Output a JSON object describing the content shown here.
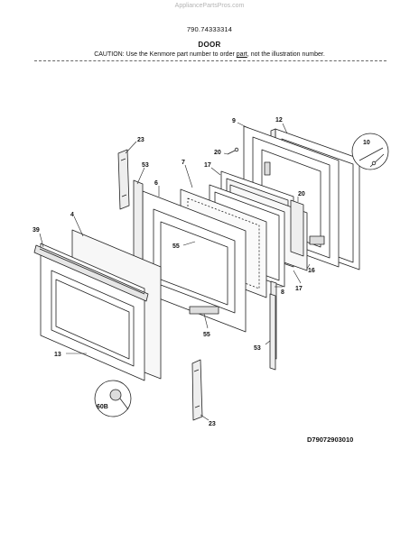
{
  "watermark": "AppliancePartsPros.com",
  "model_number": "790.74333314",
  "section_title": "DOOR",
  "caution": {
    "before": "CAUTION: Use the Kenmore part number to order ",
    "underlined": "part",
    "after": ", not the illustration number."
  },
  "diagram_code": "D79072903010",
  "callouts": [
    "9",
    "12",
    "23",
    "20",
    "10",
    "53",
    "7",
    "17",
    "6",
    "20",
    "39",
    "4",
    "55",
    "16",
    "8",
    "17",
    "55",
    "13",
    "53",
    "60B",
    "23"
  ]
}
